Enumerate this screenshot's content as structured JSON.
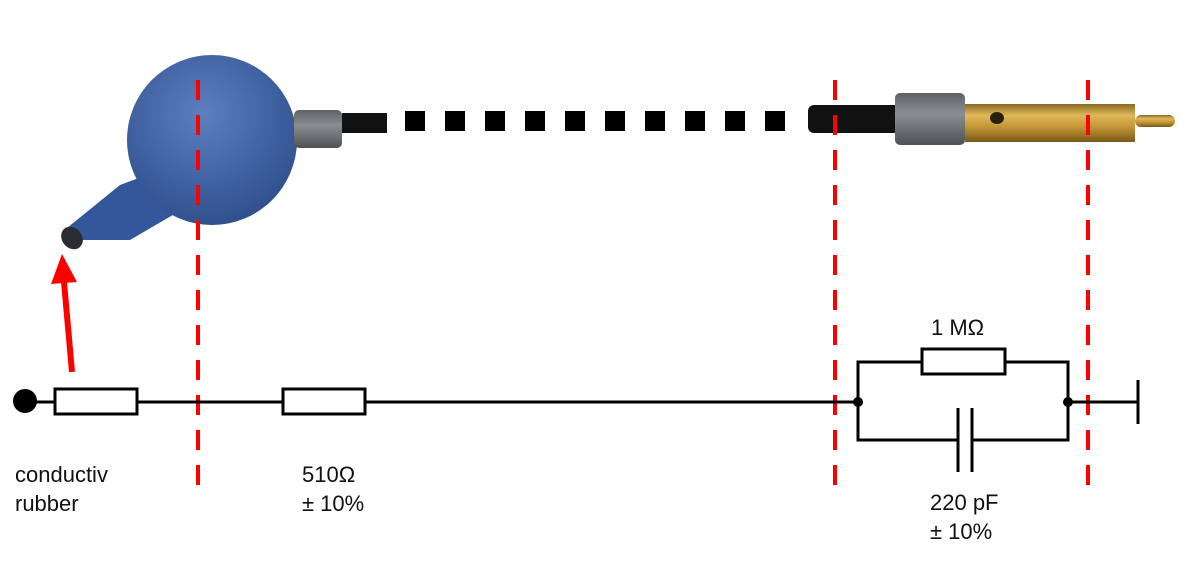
{
  "labels": {
    "tip_material_line1": "conductiv",
    "tip_material_line2": "rubber",
    "series_resistor_value": "510Ω",
    "series_resistor_tolerance": "± 10%",
    "parallel_resistor_value": "1 MΩ",
    "capacitor_value": "220 pF",
    "capacitor_tolerance": "± 10%"
  },
  "colors": {
    "marker_red": "#ff0000",
    "probe_blue": "#3a5f9e",
    "connector_gray": "#6f7376",
    "brass": "#c59a3a",
    "wire": "#000000"
  }
}
